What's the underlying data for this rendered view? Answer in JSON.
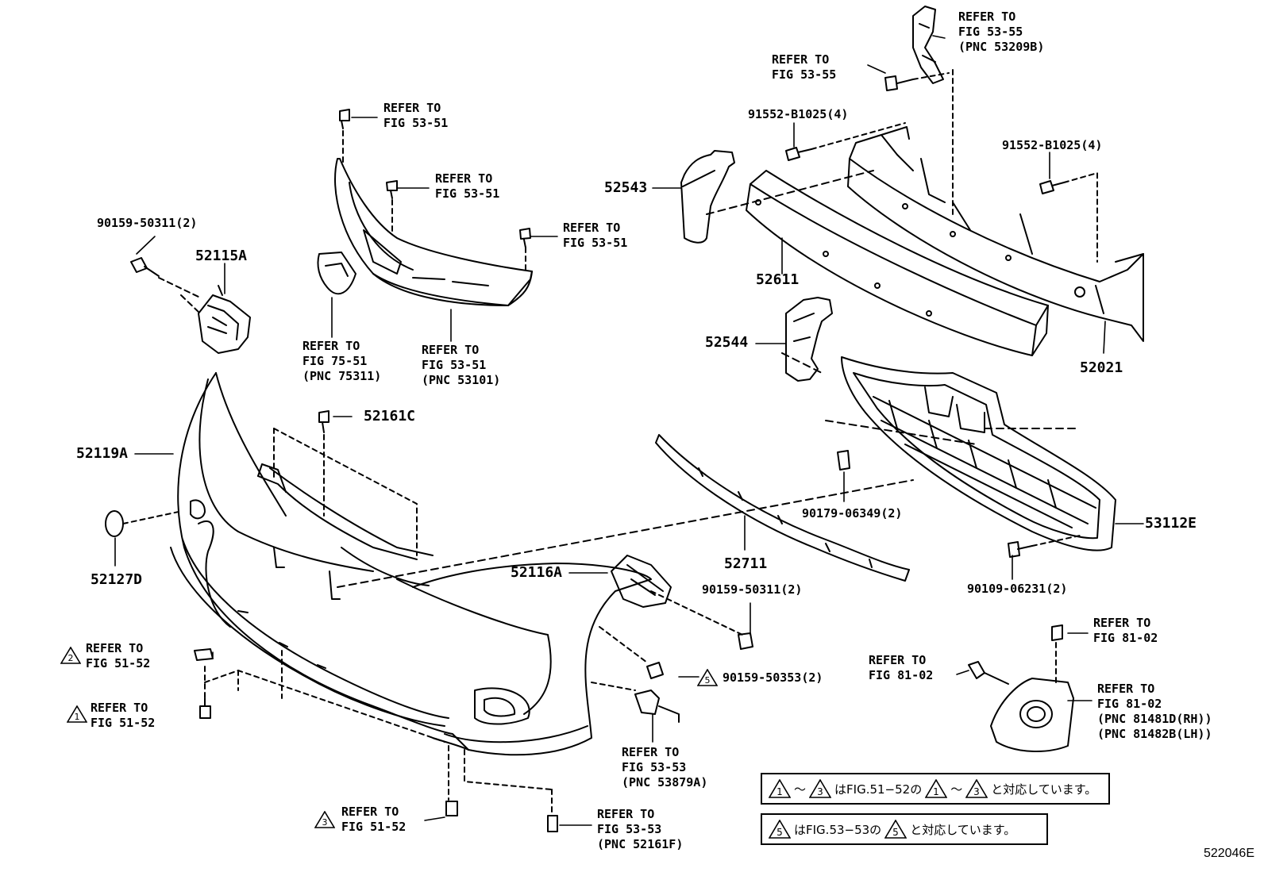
{
  "figure_code": "522046E",
  "parts": {
    "p52119A": "52119A",
    "p52115A": "52115A",
    "p52127D": "52127D",
    "p52161C": "52161C",
    "p52116A": "52116A",
    "p52543": "52543",
    "p52544": "52544",
    "p52611": "52611",
    "p52021": "52021",
    "p52711": "52711",
    "p53112E": "53112E"
  },
  "fasteners": {
    "f90159_50311_a": "90159-50311(2)",
    "f90159_50311_b": "90159-50311(2)",
    "f91552_b1025_a": "91552-B1025(4)",
    "f91552_b1025_b": "91552-B1025(4)",
    "f90179_06349": "90179-06349(2)",
    "f90109_06231": "90109-06231(2)",
    "f90159_50353": "90159-50353(2)"
  },
  "refs": {
    "r_53_55_top": "REFER TO\nFIG 53-55\n(PNC 53209B)",
    "r_53_55_mid": "REFER TO\nFIG 53-55",
    "r_53_51_a": "REFER TO\nFIG 53-51",
    "r_53_51_b": "REFER TO\nFIG 53-51",
    "r_53_51_c": "REFER TO\nFIG 53-51",
    "r_75_51": "REFER TO\nFIG 75-51\n(PNC 75311)",
    "r_53_51_d": "REFER TO\nFIG 53-51\n(PNC 53101)",
    "r_51_52_2": "REFER TO\nFIG 51-52",
    "r_51_52_1": "REFER TO\nFIG 51-52",
    "r_51_52_3": "REFER TO\nFIG 51-52",
    "r_53_53_a": "REFER TO\nFIG 53-53\n(PNC 53879A)",
    "r_53_53_b": "REFER TO\nFIG 53-53\n(PNC 52161F)",
    "r_81_02_a": "REFER TO\nFIG 81-02",
    "r_81_02_b": "REFER TO\nFIG 81-02",
    "r_81_02_c": "REFER TO\nFIG 81-02\n(PNC 81481D(RH))\n(PNC 81482B(LH))"
  },
  "marks": {
    "m1": "1",
    "m2": "2",
    "m3": "3",
    "m5": "5"
  },
  "notes": {
    "note1": {
      "mark_a": "1",
      "sep1": "～",
      "mark_b": "3",
      "text1": "はFIG.51−52の",
      "mark_c": "1",
      "sep2": "～",
      "mark_d": "3",
      "text2": "と対応しています。"
    },
    "note2": {
      "mark_a": "5",
      "text1": "はFIG.53−53の",
      "mark_b": "5",
      "text2": "と対応しています。"
    }
  }
}
